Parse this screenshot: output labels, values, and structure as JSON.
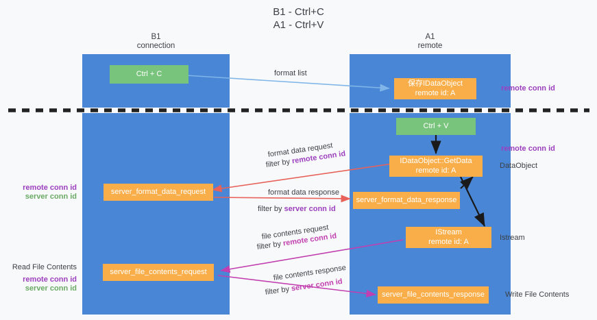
{
  "title": {
    "line1": "B1 - Ctrl+C",
    "line2": "A1 - Ctrl+V"
  },
  "lanes": [
    {
      "id": "b1",
      "name": "B1",
      "role": "connection"
    },
    {
      "id": "a1",
      "name": "A1",
      "role": "remote"
    }
  ],
  "nodes": {
    "ctrl_c": {
      "label": "Ctrl + C",
      "color": "#79c47c"
    },
    "save_idataobject": {
      "line1": "保存IDataObject",
      "line2": "remote id: A",
      "color": "#f9ae49"
    },
    "ctrl_v": {
      "label": "Ctrl + V",
      "color": "#79c47c"
    },
    "idataobject_getdata": {
      "line1": "IDataObject::GetData",
      "line2": "remote id: A",
      "color": "#f9ae49"
    },
    "server_format_data_request": {
      "label": "server_format_data_request",
      "color": "#f9ae49"
    },
    "server_format_data_response": {
      "label": "server_format_data_response",
      "color": "#f9ae49"
    },
    "istream": {
      "line1": "IStream",
      "line2": "remote id: A",
      "color": "#f9ae49"
    },
    "server_file_contents_request": {
      "label": "server_file_contents_request",
      "color": "#f9ae49"
    },
    "server_file_contents_response": {
      "label": "server_file_contents_response",
      "color": "#f9ae49"
    }
  },
  "edge_labels": {
    "format_list": "format list",
    "format_data_request": "format data request",
    "format_data_request_filter_prefix": "filter by ",
    "format_data_request_filter_key": "remote conn id",
    "format_data_response": "format data response",
    "format_data_response_filter_prefix": "filter by ",
    "format_data_response_filter_key": "server conn id",
    "file_contents_request": "file contents request",
    "file_contents_request_filter_prefix": "filter by ",
    "file_contents_request_filter_key": "remote conn id",
    "file_contents_response": "file contents response",
    "file_contents_response_filter_prefix": "filter by ",
    "file_contents_response_filter_key": "server conn id"
  },
  "annotations": {
    "right_remote_conn_id_top": "remote conn id",
    "right_remote_conn_id_mid": "remote conn id",
    "right_dataobject": "DataObject",
    "right_istream": "Istream",
    "right_write_file_contents": "Write File Contents",
    "left_remote_conn_id_mid": "remote conn id",
    "left_server_conn_id_mid": "server conn id",
    "left_read_file_contents": "Read File Contents",
    "left_remote_conn_id_bottom": "remote conn id",
    "left_server_conn_id_bottom": "server conn id"
  },
  "colors": {
    "lane": "#4a86d6",
    "orange": "#f9ae49",
    "green": "#79c47c",
    "background": "#f8f9fa",
    "divider": "#222222",
    "arrow_format_list": "#7fb5e8",
    "arrow_red": "#e8615a",
    "arrow_black": "#1a1a1a",
    "arrow_magenta": "#c13fb0",
    "text_purple": "#9c3fbe",
    "text_green": "#6aaa64"
  }
}
